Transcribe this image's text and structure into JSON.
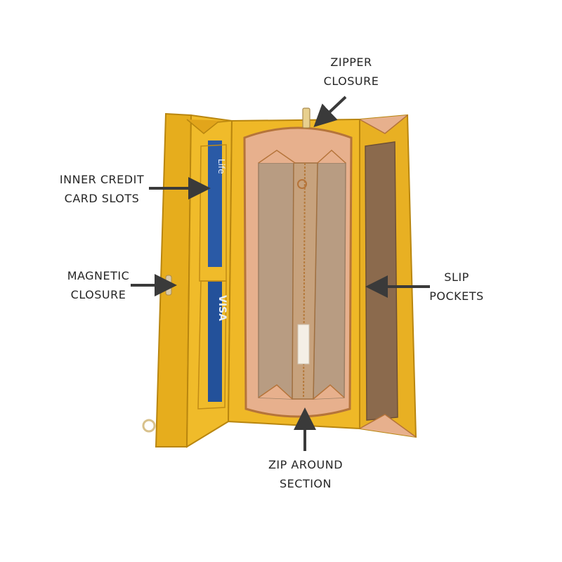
{
  "colors": {
    "mustard": "#e9b11f",
    "mustard_dark": "#c28d17",
    "lining_tan": "#b89c82",
    "lining_pink": "#e7b08d",
    "arrow": "#3a3a3a"
  },
  "callouts": {
    "zipper_closure": {
      "line1": "ZIPPER",
      "line2": "CLOSURE"
    },
    "inner_credit_card_slots": {
      "line1": "INNER CREDIT",
      "line2": "CARD SLOTS"
    },
    "magnetic_closure": {
      "line1": "MAGNETIC",
      "line2": "CLOSURE"
    },
    "slip_pockets": {
      "line1": "SLIP",
      "line2": "POCKETS"
    },
    "zip_around_section": {
      "line1": "ZIP AROUND",
      "line2": "SECTION"
    }
  },
  "card_marks": {
    "visa": "VISA",
    "card_top": "Life"
  }
}
